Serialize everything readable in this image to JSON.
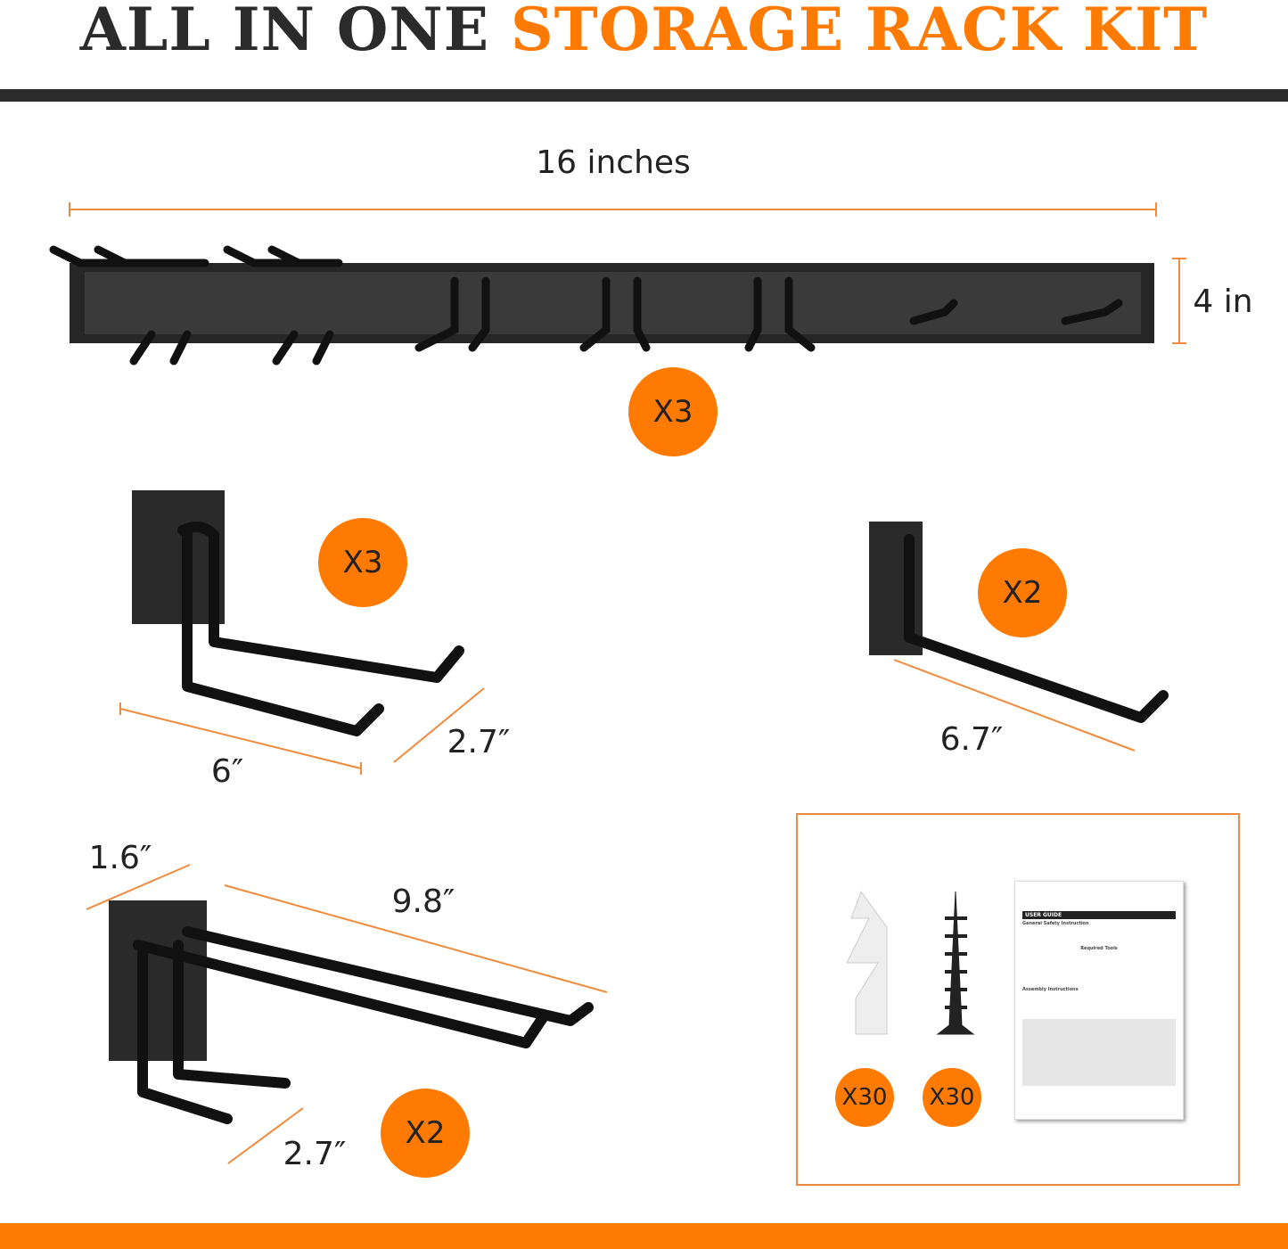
{
  "title": {
    "part1": "ALL IN ONE",
    "part2": "STORAGE RACK KIT"
  },
  "colors": {
    "accent": "#ff7a00",
    "dark": "#2b2b2b"
  },
  "rail": {
    "width_label": "16 inches",
    "height_label": "4 in",
    "quantity": "X3"
  },
  "u_hook": {
    "quantity": "X3",
    "length_label": "6″",
    "depth_label": "2.7″"
  },
  "long_hook": {
    "quantity": "X2",
    "length_label": "6.7″"
  },
  "double_hook": {
    "quantity": "X2",
    "width_label": "1.6″",
    "length_label": "9.8″",
    "depth_label": "2.7″"
  },
  "accessories": {
    "anchor_quantity": "X30",
    "screw_quantity": "X30",
    "guide": {
      "header": "USER GUIDE",
      "section1": "General Safety Instruction",
      "section2": "Required Tools",
      "section3": "Assembly Instructions"
    }
  }
}
